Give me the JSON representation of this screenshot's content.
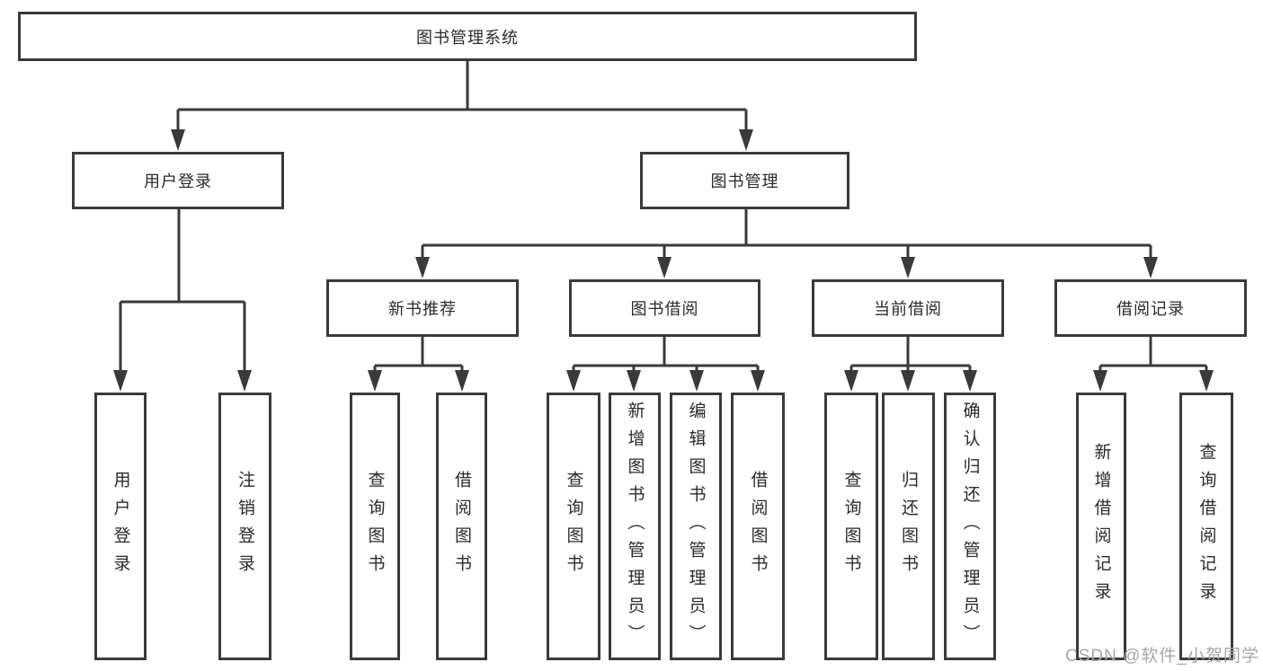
{
  "diagram": {
    "root": {
      "label": "图书管理系统"
    },
    "level2": [
      {
        "id": "user-login",
        "label": "用户登录"
      },
      {
        "id": "book-management",
        "label": "图书管理"
      }
    ],
    "level3": [
      {
        "id": "new-book-recommend",
        "label": "新书推荐"
      },
      {
        "id": "book-borrowing",
        "label": "图书借阅"
      },
      {
        "id": "current-borrowing",
        "label": "当前借阅"
      },
      {
        "id": "borrowing-records",
        "label": "借阅记录"
      }
    ],
    "leaves": [
      {
        "id": "user-login",
        "label": "用户登录"
      },
      {
        "id": "logout",
        "label": "注销登录"
      },
      {
        "id": "newbook-query-books",
        "label": "查询图书"
      },
      {
        "id": "newbook-borrow-books",
        "label": "借阅图书"
      },
      {
        "id": "borrowing-query-books",
        "label": "查询图书"
      },
      {
        "id": "borrowing-add-books-admin",
        "label": "新增图书（管理员）"
      },
      {
        "id": "borrowing-edit-books-admin",
        "label": "编辑图书（管理员）"
      },
      {
        "id": "borrowing-borrow-books",
        "label": "借阅图书"
      },
      {
        "id": "current-query-books",
        "label": "查询图书"
      },
      {
        "id": "current-return-books",
        "label": "归还图书"
      },
      {
        "id": "current-confirm-return-admin",
        "label": "确认归还（管理员）"
      },
      {
        "id": "records-add-record",
        "label": "新增借阅记录"
      },
      {
        "id": "records-query-record",
        "label": "查询借阅记录"
      }
    ]
  },
  "watermark": "CSDN @软件_小贺同学",
  "colors": {
    "line": "#3a3a3a",
    "text": "#2a2a2a",
    "watermark": "#a6a6a6",
    "background": "#ffffff"
  }
}
